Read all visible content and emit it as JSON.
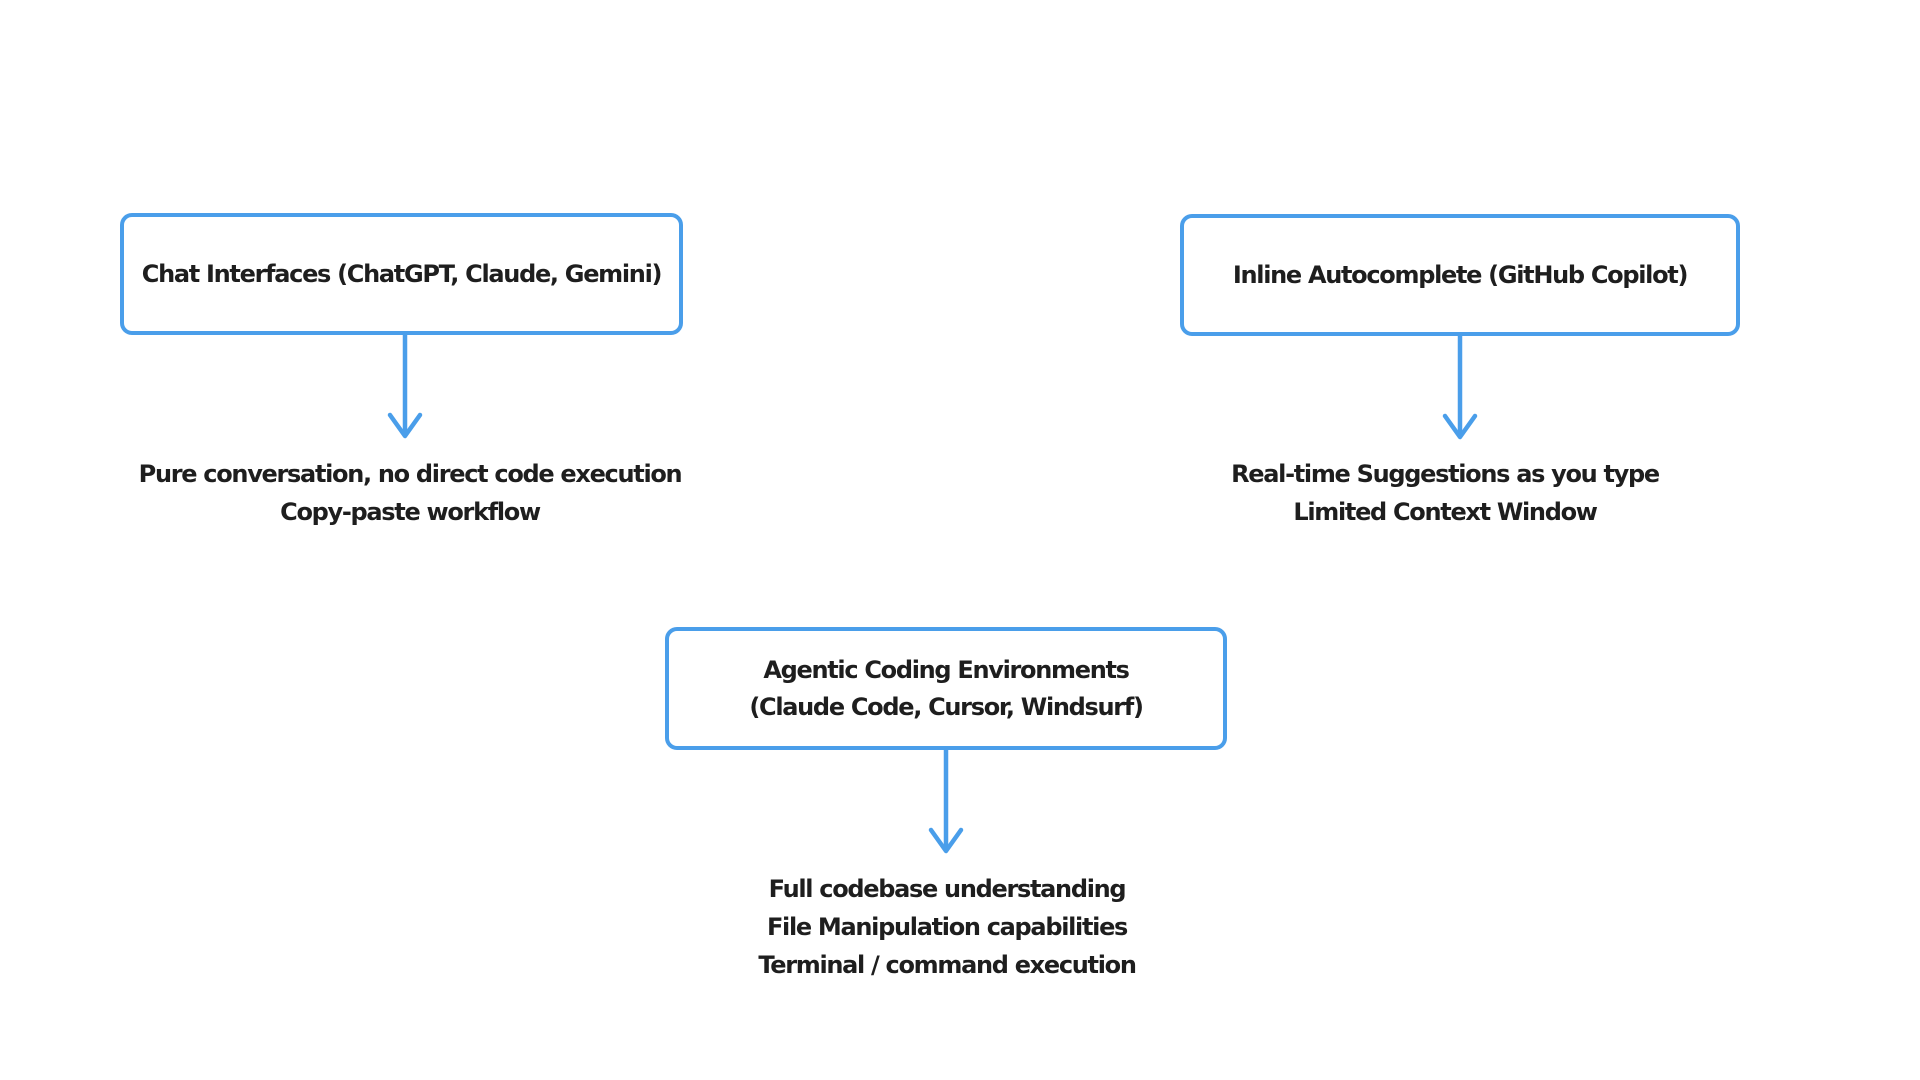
{
  "canvas": {
    "background": "#ffffff"
  },
  "colors": {
    "accent_blue": "#4A9EEA",
    "text": "#1e1e1e"
  },
  "diagram": {
    "nodes": [
      {
        "id": "chat-interfaces",
        "label": "Chat Interfaces (ChatGPT, Claude, Gemini)"
      },
      {
        "id": "inline-autocomplete",
        "label": "Inline Autocomplete (GitHub Copilot)"
      },
      {
        "id": "agentic-environments",
        "label_line1": "Agentic Coding Environments",
        "label_line2": "(Claude Code, Cursor, Windsurf)"
      }
    ],
    "connectors": [
      {
        "from": "chat-interfaces",
        "to": "chat-notes",
        "direction": "down"
      },
      {
        "from": "inline-autocomplete",
        "to": "inline-notes",
        "direction": "down"
      },
      {
        "from": "agentic-environments",
        "to": "agentic-notes",
        "direction": "down"
      }
    ],
    "notes": [
      {
        "id": "chat-notes",
        "lines": [
          "Pure conversation, no direct code execution",
          "Copy-paste workflow"
        ]
      },
      {
        "id": "inline-notes",
        "lines": [
          "Real-time Suggestions as you type",
          "Limited Context Window"
        ]
      },
      {
        "id": "agentic-notes",
        "lines": [
          "Full codebase understanding",
          "File Manipulation capabilities",
          "Terminal / command execution"
        ]
      }
    ]
  }
}
